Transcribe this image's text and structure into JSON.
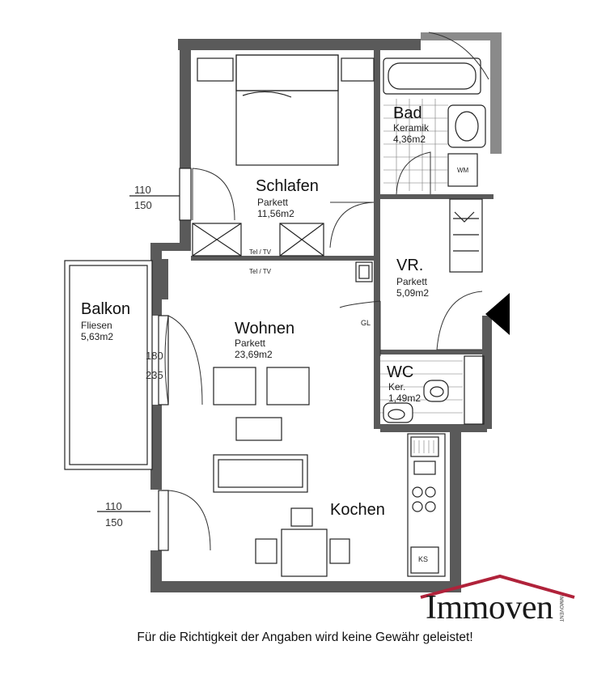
{
  "rooms": {
    "schlafen": {
      "name": "Schlafen",
      "floor": "Parkett",
      "area": "11,56m2"
    },
    "bad": {
      "name": "Bad",
      "floor": "Keramik",
      "area": "4,36m2",
      "washer": "WM"
    },
    "vr": {
      "name": "VR.",
      "floor": "Parkett",
      "area": "5,09m2"
    },
    "wohnen": {
      "name": "Wohnen",
      "floor": "Parkett",
      "area": "23,69m2"
    },
    "wc": {
      "name": "WC",
      "floor": "Ker.",
      "area": "1,49m2"
    },
    "balkon": {
      "name": "Balkon",
      "floor": "Fliesen",
      "area": "5,63m2"
    },
    "kochen": {
      "name": "Kochen",
      "fridge": "KS"
    }
  },
  "labels": {
    "tel_tv_1": "Tel / TV",
    "tel_tv_2": "Tel / TV",
    "gl": "GL"
  },
  "dimensions": {
    "window_bedroom_top": "110",
    "window_bedroom_bottom": "150",
    "balcony_door_top": "180",
    "balcony_door_bottom": "235",
    "window_living_top": "110",
    "window_living_bottom": "150"
  },
  "brand": {
    "name": "Immoven",
    "sub": "IMMOVENT",
    "roof_color": "#b0223a"
  },
  "disclaimer": "Für die Richtigkeit der Angaben wird keine Gewähr geleistet!"
}
